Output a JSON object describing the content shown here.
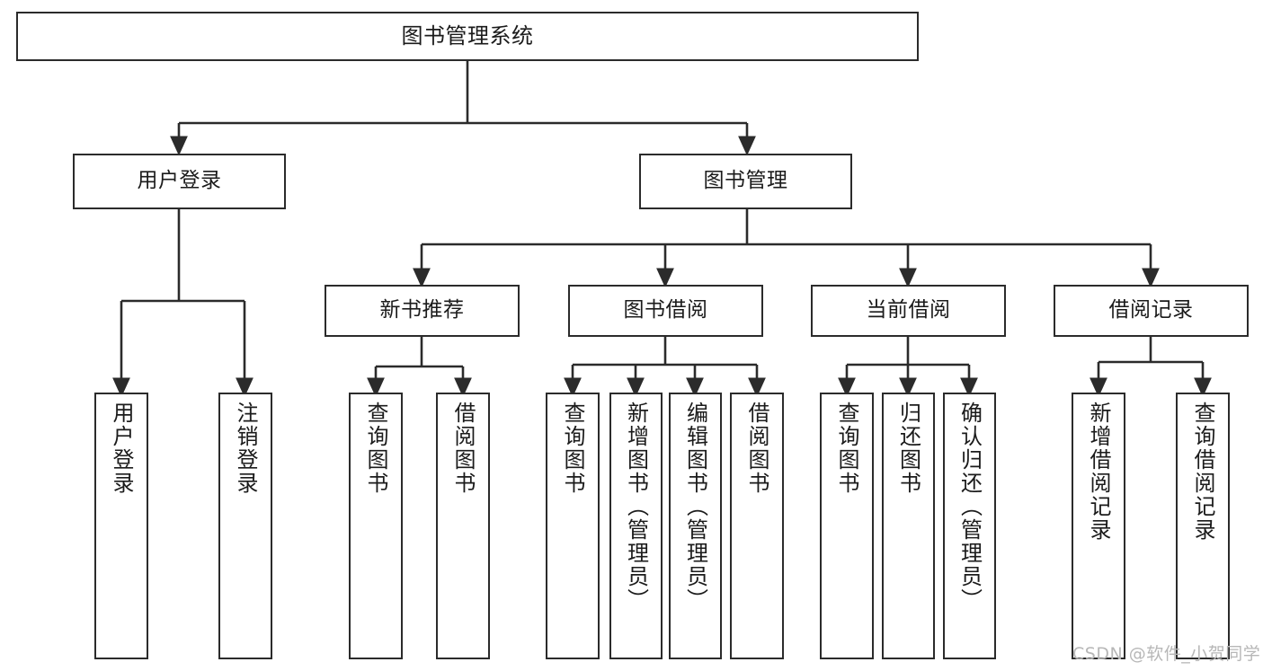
{
  "diagram": {
    "type": "tree-hierarchy-flowchart",
    "title": "图书管理系统",
    "stroke_color": "#2b2b2b",
    "background_color": "#ffffff",
    "text_color": "#1b1b1b",
    "watermark": "CSDN @软件_小贺同学",
    "watermark_color": "#b7b7b7"
  },
  "nodes": {
    "root": {
      "label": "图书管理系统"
    },
    "level2": [
      {
        "id": "user-login",
        "label": "用户登录"
      },
      {
        "id": "book-manage",
        "label": "图书管理"
      }
    ],
    "level3": [
      {
        "id": "new-book-recommend",
        "label": "新书推荐"
      },
      {
        "id": "book-borrow",
        "label": "图书借阅"
      },
      {
        "id": "current-borrow",
        "label": "当前借阅"
      },
      {
        "id": "borrow-record",
        "label": "借阅记录"
      }
    ],
    "leaves": {
      "user_login": [
        {
          "id": "leaf-user-login",
          "label": "用户登录"
        },
        {
          "id": "leaf-logout",
          "label": "注销登录"
        }
      ],
      "new_book_recommend": [
        {
          "id": "leaf-query-book-1",
          "label": "查询图书"
        },
        {
          "id": "leaf-borrow-book-1",
          "label": "借阅图书"
        }
      ],
      "book_borrow": [
        {
          "id": "leaf-query-book-2",
          "label": "查询图书"
        },
        {
          "id": "leaf-add-book",
          "label": "新增图书（管理员）"
        },
        {
          "id": "leaf-edit-book",
          "label": "编辑图书（管理员）"
        },
        {
          "id": "leaf-borrow-book-2",
          "label": "借阅图书"
        }
      ],
      "current_borrow": [
        {
          "id": "leaf-query-book-3",
          "label": "查询图书"
        },
        {
          "id": "leaf-return-book",
          "label": "归还图书"
        },
        {
          "id": "leaf-confirm-return",
          "label": "确认归还（管理员）"
        }
      ],
      "borrow_record": [
        {
          "id": "leaf-add-record",
          "label": "新增借阅记录"
        },
        {
          "id": "leaf-query-record",
          "label": "查询借阅记录"
        }
      ]
    }
  }
}
